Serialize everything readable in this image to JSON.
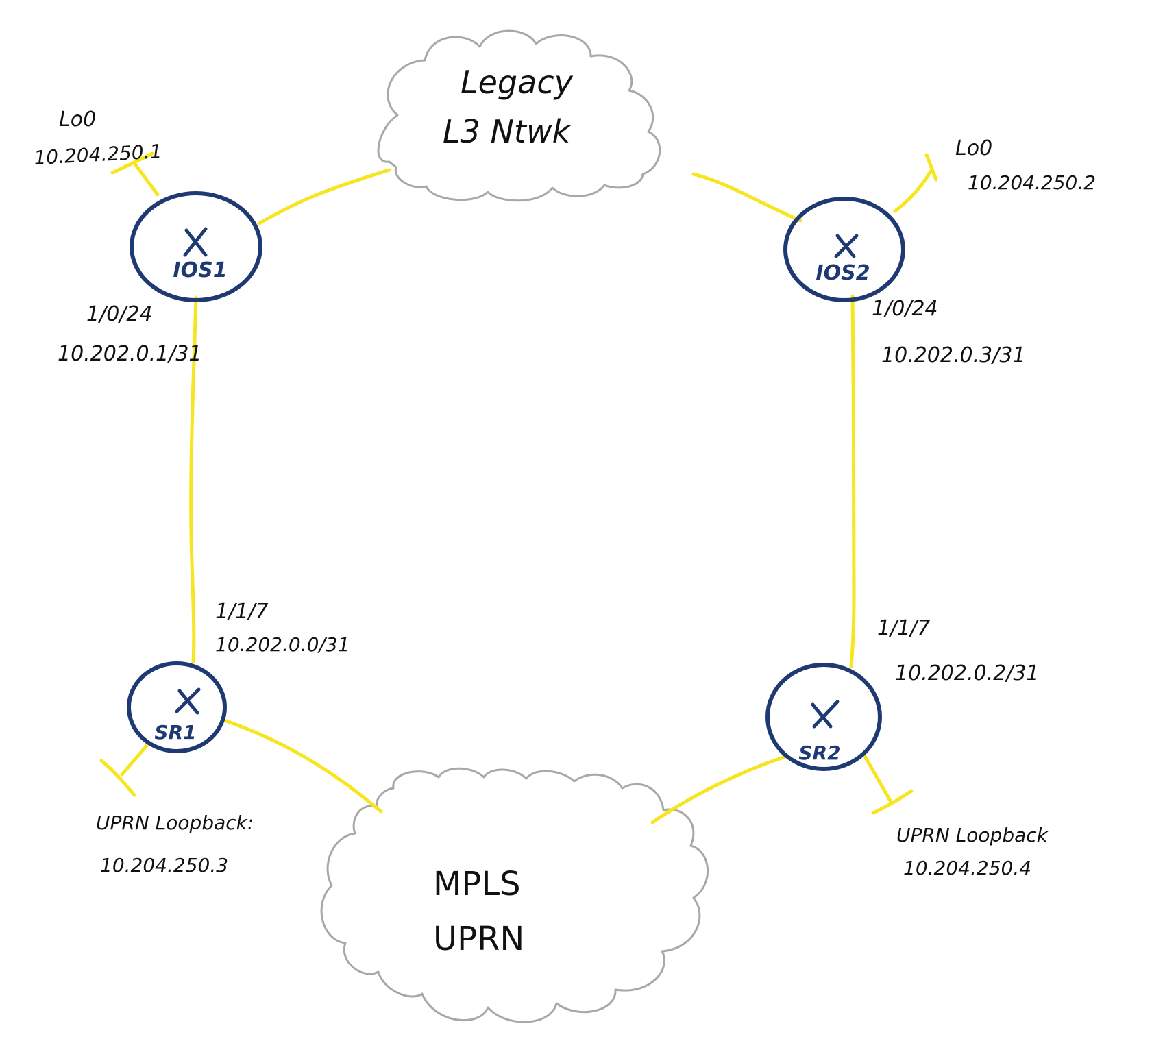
{
  "colors": {
    "link": "#f6e51f",
    "router": "#1f3a73",
    "cloud": "#a8a8a8",
    "text": "#111111",
    "background": "#ffffff"
  },
  "clouds": {
    "legacy": {
      "line1": "Legacy",
      "line2": "L3 Ntwk"
    },
    "mpls": {
      "line1": "MPLS",
      "line2": "UPRN"
    }
  },
  "routers": {
    "ios1": {
      "name": "IOS1",
      "icon": "x-mark"
    },
    "ios2": {
      "name": "IOS2",
      "icon": "x-mark"
    },
    "sr1": {
      "name": "SR1",
      "icon": "x-mark"
    },
    "sr2": {
      "name": "SR2",
      "icon": "x-mark"
    }
  },
  "loopbacks": {
    "ios1": {
      "label": "Lo0",
      "ip": "10.204.250.1"
    },
    "ios2": {
      "label": "Lo0",
      "ip": "10.204.250.2"
    },
    "sr1": {
      "label": "UPRN Loopback:",
      "ip": "10.204.250.3"
    },
    "sr2": {
      "label": "UPRN Loopback",
      "ip": "10.204.250.4"
    }
  },
  "interfaces": {
    "ios1": {
      "port": "1/0/24",
      "ip": "10.202.0.1/31"
    },
    "ios2": {
      "port": "1/0/24",
      "ip": "10.202.0.3/31"
    },
    "sr1": {
      "port": "1/1/7",
      "ip": "10.202.0.0/31"
    },
    "sr2": {
      "port": "1/1/7",
      "ip": "10.202.0.2/31"
    }
  }
}
